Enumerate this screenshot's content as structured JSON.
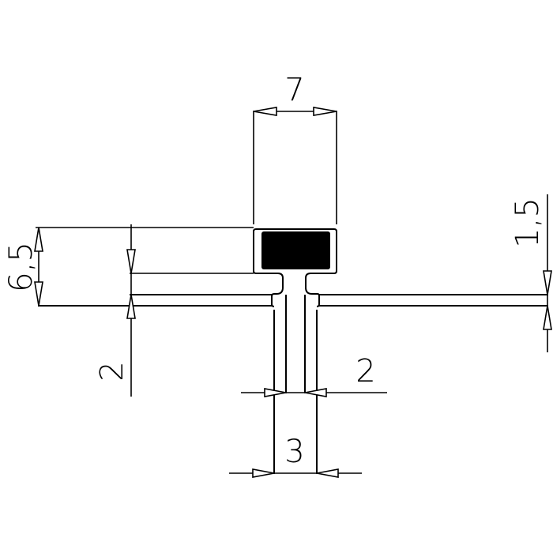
{
  "drawing": {
    "type": "technical-profile-drawing",
    "dimensions": {
      "top_width": "7",
      "total_height": "6,5",
      "flange_thickness": "2",
      "right_thickness": "1,5",
      "stem_gap": "2",
      "stem_width": "3"
    }
  }
}
